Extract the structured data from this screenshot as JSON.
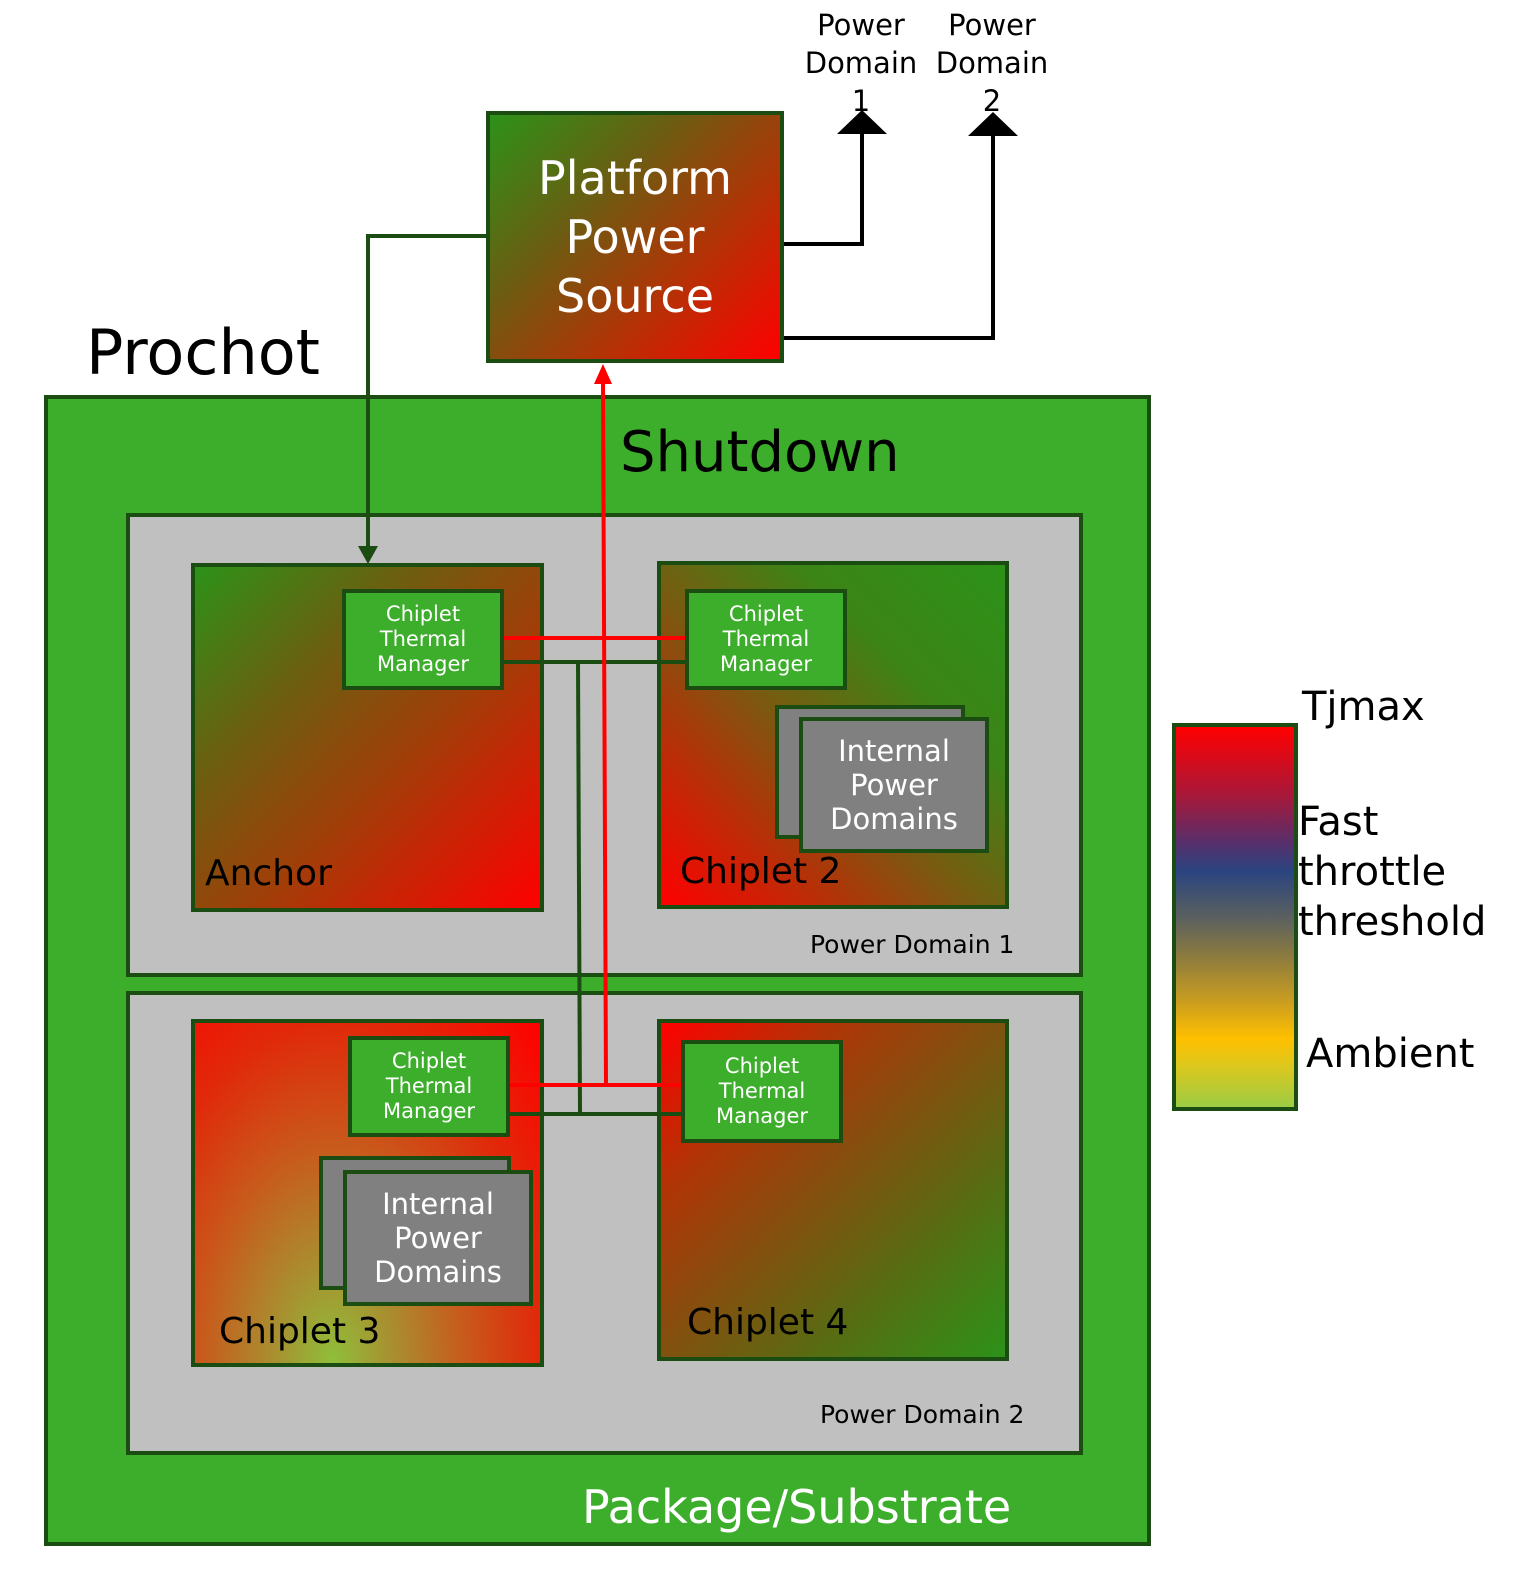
{
  "platform_power_source": {
    "label": "Platform Power Source"
  },
  "power_domain_outputs": [
    {
      "label_line1": "Power",
      "label_line2": "Domain",
      "label_line3": "1"
    },
    {
      "label_line1": "Power",
      "label_line2": "Domain",
      "label_line3": "2"
    }
  ],
  "signals": {
    "prochot": "Prochot",
    "shutdown": "Shutdown"
  },
  "package": {
    "label": "Package/Substrate"
  },
  "power_domains": [
    {
      "label": "Power Domain 1"
    },
    {
      "label": "Power Domain 2"
    }
  ],
  "chiplets": [
    {
      "name": "Anchor",
      "thermal_manager": "Chiplet Thermal Manager"
    },
    {
      "name": "Chiplet 2",
      "thermal_manager": "Chiplet Thermal Manager",
      "internal": "Internal Power Domains"
    },
    {
      "name": "Chiplet 3",
      "thermal_manager": "Chiplet Thermal Manager",
      "internal": "Internal Power Domains"
    },
    {
      "name": "Chiplet 4",
      "thermal_manager": "Chiplet Thermal Manager"
    }
  ],
  "legend": {
    "top": "Tjmax",
    "middle": "Fast throttle threshold",
    "bottom": "Ambient",
    "colors": [
      "#ff0000",
      "#2a4480",
      "#ffc000",
      "#9ccc44"
    ]
  },
  "colors": {
    "package_green": "#3dae2b",
    "domain_gray": "#c0c0c0",
    "border_dark_green": "#1b4d12",
    "shutdown_red": "#ff0000",
    "hot": "#ff0000",
    "cool": "#2c9218"
  }
}
